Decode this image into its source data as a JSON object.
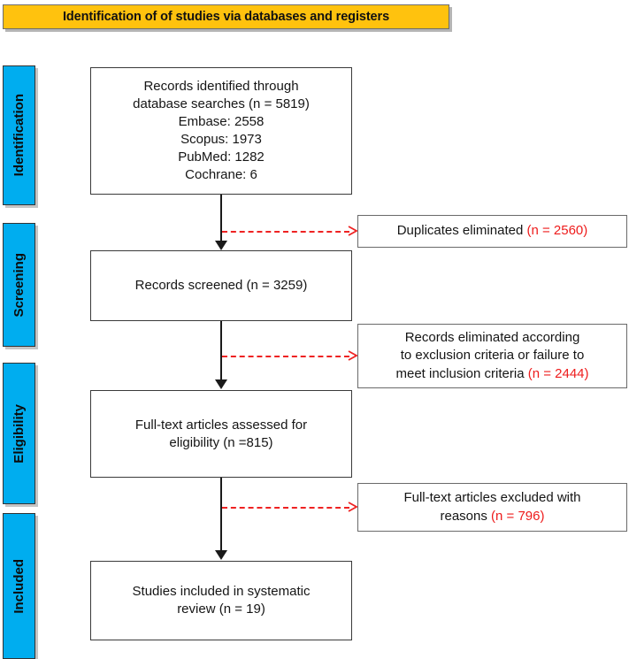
{
  "title": {
    "text": "Identification of of studies via databases and registers",
    "background_color": "#FFC20E",
    "text_color": "#111111"
  },
  "stages": {
    "accent_color": "#00ADEF",
    "items": [
      {
        "id": "identification",
        "label": "Identification"
      },
      {
        "id": "screening",
        "label": "Screening"
      },
      {
        "id": "eligibility",
        "label": "Eligibility"
      },
      {
        "id": "included",
        "label": "Included"
      }
    ]
  },
  "flow": {
    "identified": {
      "line1": "Records identified through",
      "line2": "database searches (n = 5819)",
      "line3": "Embase: 2558",
      "line4": "Scopus: 1973",
      "line5": "PubMed: 1282",
      "line6": "Cochrane: 6"
    },
    "screened": {
      "line1": "Records screened (n = 3259)"
    },
    "fulltext_assessed": {
      "line1": "Full-text articles assessed for",
      "line2": "eligibility (n =815)"
    },
    "included": {
      "line1": "Studies included in systematic",
      "line2": "review (n = 19)"
    }
  },
  "exclusions": {
    "count_color": "#ee1c1c",
    "duplicates": {
      "text": "Duplicates eliminated ",
      "count": "(n = 2560)"
    },
    "records_eliminated": {
      "line1": "Records eliminated according",
      "line2": "to exclusion criteria or failure to",
      "line3": "meet inclusion criteria ",
      "count": "(n = 2444)"
    },
    "fulltext_excluded": {
      "line1": "Full-text articles excluded with",
      "line2": "reasons ",
      "count": "(n = 796)"
    }
  },
  "chart_data": {
    "type": "diagram",
    "title": "Identification of of studies via databases and registers",
    "nodes": [
      {
        "id": "identified",
        "stage": "Identification",
        "label": "Records identified through database searches",
        "n": 5819,
        "breakdown": [
          {
            "source": "Embase",
            "n": 2558
          },
          {
            "source": "Scopus",
            "n": 1973
          },
          {
            "source": "PubMed",
            "n": 1282
          },
          {
            "source": "Cochrane",
            "n": 6
          }
        ]
      },
      {
        "id": "duplicates",
        "stage": "Identification",
        "label": "Duplicates eliminated",
        "n": 2560
      },
      {
        "id": "screened",
        "stage": "Screening",
        "label": "Records screened",
        "n": 3259
      },
      {
        "id": "records_eliminated",
        "stage": "Screening",
        "label": "Records eliminated according to exclusion criteria or failure to meet inclusion criteria",
        "n": 2444
      },
      {
        "id": "fulltext_assessed",
        "stage": "Eligibility",
        "label": "Full-text articles assessed for eligibility",
        "n": 815
      },
      {
        "id": "fulltext_excluded",
        "stage": "Eligibility",
        "label": "Full-text articles excluded with reasons",
        "n": 796
      },
      {
        "id": "included",
        "stage": "Included",
        "label": "Studies included in systematic review",
        "n": 19
      }
    ],
    "edges": [
      {
        "from": "identified",
        "to": "duplicates",
        "style": "dashed-red"
      },
      {
        "from": "identified",
        "to": "screened",
        "style": "solid-black"
      },
      {
        "from": "screened",
        "to": "records_eliminated",
        "style": "dashed-red"
      },
      {
        "from": "screened",
        "to": "fulltext_assessed",
        "style": "solid-black"
      },
      {
        "from": "fulltext_assessed",
        "to": "fulltext_excluded",
        "style": "dashed-red"
      },
      {
        "from": "fulltext_assessed",
        "to": "included",
        "style": "solid-black"
      }
    ]
  }
}
